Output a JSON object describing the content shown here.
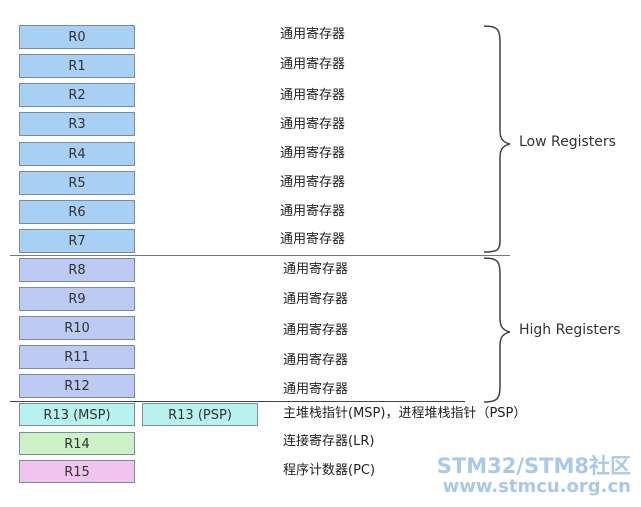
{
  "registers": [
    {
      "name": "R0",
      "desc": "通用寄存器"
    },
    {
      "name": "R1",
      "desc": "通用寄存器"
    },
    {
      "name": "R2",
      "desc": "通用寄存器"
    },
    {
      "name": "R3",
      "desc": "通用寄存器"
    },
    {
      "name": "R4",
      "desc": "通用寄存器"
    },
    {
      "name": "R5",
      "desc": "通用寄存器"
    },
    {
      "name": "R6",
      "desc": "通用寄存器"
    },
    {
      "name": "R7",
      "desc": "通用寄存器"
    },
    {
      "name": "R8",
      "desc": "通用寄存器"
    },
    {
      "name": "R9",
      "desc": "通用寄存器"
    },
    {
      "name": "R10",
      "desc": "通用寄存器"
    },
    {
      "name": "R11",
      "desc": "通用寄存器"
    },
    {
      "name": "R12",
      "desc": "通用寄存器"
    }
  ],
  "r13": {
    "msp": "R13 (MSP)",
    "psp": "R13 (PSP)",
    "desc": "主堆栈指针(MSP)，进程堆栈指针（PSP）"
  },
  "r14": {
    "name": "R14",
    "desc": "连接寄存器(LR)"
  },
  "r15": {
    "name": "R15",
    "desc": "程序计数器(PC)"
  },
  "groups": {
    "low": "Low Registers",
    "high": "High Registers"
  },
  "watermark": {
    "line1": "STM32/STM8社区",
    "line2": "www.stmcu.org.cn"
  },
  "colors": {
    "low": "#a8d0f4",
    "high": "#bccaf4",
    "sp": "#b8f2ee",
    "lr": "#cdf0c6",
    "pc": "#f0c4ee"
  }
}
